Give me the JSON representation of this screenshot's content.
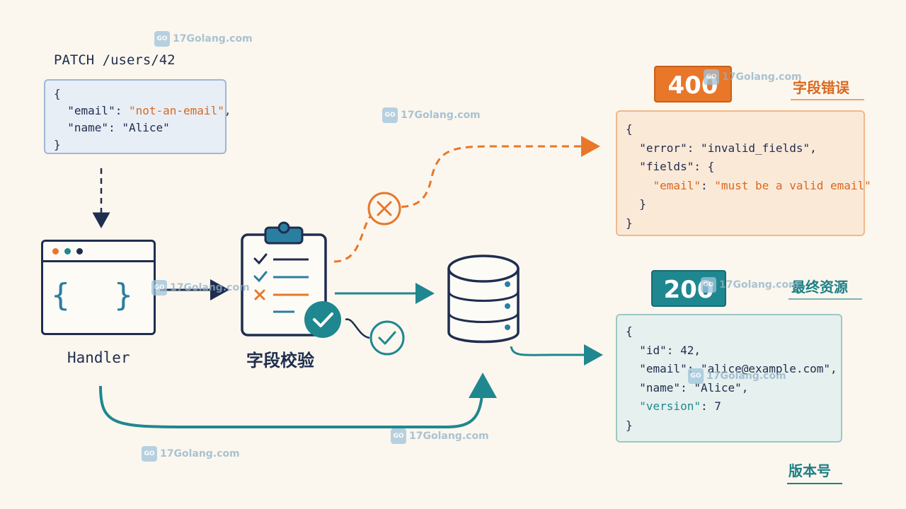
{
  "request": {
    "method_line": "PATCH /users/42",
    "lines": [
      [
        {
          "t": "{"
        }
      ],
      [
        {
          "t": "  \"email\": "
        },
        {
          "t": "\"not-an-email\"",
          "c": "orange"
        },
        {
          "t": ","
        }
      ],
      [
        {
          "t": "  \"name\": \"Alice\""
        }
      ],
      [
        {
          "t": "}"
        }
      ]
    ]
  },
  "handler": {
    "label": "Handler",
    "braces": "{ }"
  },
  "validation": {
    "label": "字段校验"
  },
  "error_response": {
    "status": "400",
    "caption": "字段错误",
    "lines": [
      [
        {
          "t": "{"
        }
      ],
      [
        {
          "t": "  \"error\": \"invalid_fields\","
        }
      ],
      [
        {
          "t": "  \"fields\": {"
        }
      ],
      [
        {
          "t": "    "
        },
        {
          "t": "\"email\"",
          "c": "orange"
        },
        {
          "t": ": "
        },
        {
          "t": "\"must be a valid email\"",
          "c": "orange"
        }
      ],
      [
        {
          "t": "  }"
        }
      ],
      [
        {
          "t": "}"
        }
      ]
    ]
  },
  "success_response": {
    "status": "200",
    "caption": "最终资源",
    "lines": [
      [
        {
          "t": "{"
        }
      ],
      [
        {
          "t": "  \"id\": 42,"
        }
      ],
      [
        {
          "t": "  \"email\": \"alice@example.com\","
        }
      ],
      [
        {
          "t": "  \"name\": \"Alice\","
        }
      ],
      [
        {
          "t": "  "
        },
        {
          "t": "\"version\"",
          "c": "teal"
        },
        {
          "t": ": 7"
        }
      ],
      [
        {
          "t": "}"
        }
      ]
    ]
  },
  "version_caption": "版本号",
  "watermark": "17Golang.com",
  "colors": {
    "navy": "#1f2d4f",
    "orange": "#e8772a",
    "teal": "#1f8790",
    "background": "#fbf7ee"
  },
  "icons": [
    "browser-window-icon",
    "clipboard-checklist-icon",
    "database-icon",
    "error-x-icon",
    "success-check-icon"
  ]
}
